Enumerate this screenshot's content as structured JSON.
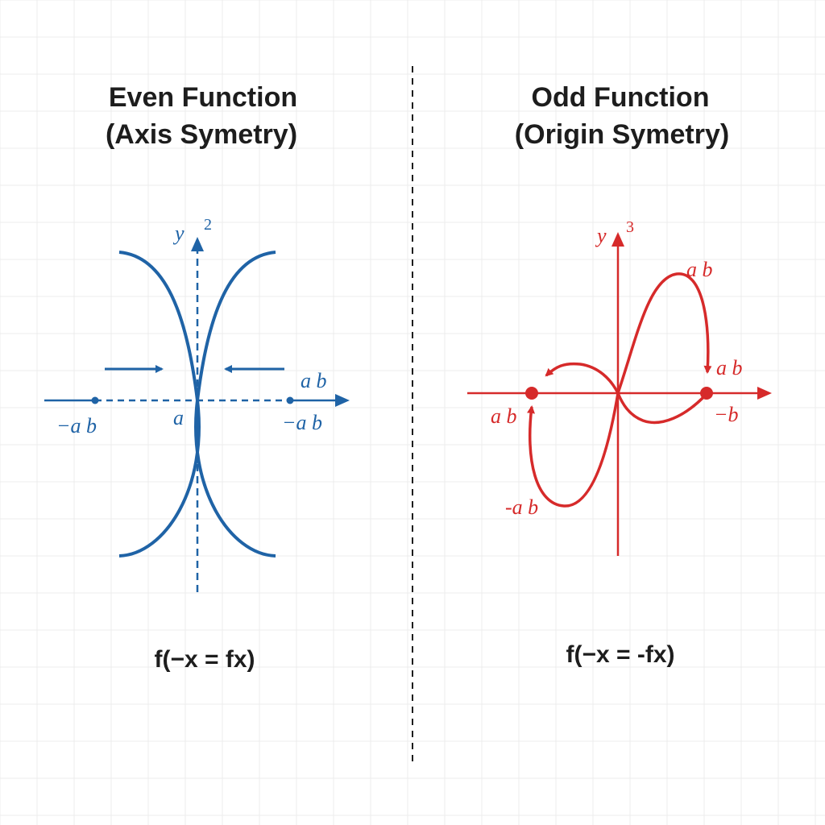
{
  "colors": {
    "even": "#1f63a6",
    "odd": "#d62a2a",
    "grid": "#ececec",
    "divider": "#1d1d1d"
  },
  "even": {
    "title_line1": "Even Function",
    "title_line2": "(Axis Symetry)",
    "y_label": "y",
    "y_exponent": "2",
    "label_right_top": "a b",
    "label_left": "−a b",
    "label_origin": "a",
    "label_right_bottom": "−a b",
    "formula": "f(−x = fx)"
  },
  "odd": {
    "title_line1": "Odd Function",
    "title_line2": "(Origin Symetry)",
    "y_label": "y",
    "y_exponent": "3",
    "label_top": "a b",
    "label_right_top": "a b",
    "label_left": "a b",
    "label_right_bottom": "−b",
    "label_bottom_left": "-a b",
    "formula": "f(−x = -fx)"
  }
}
